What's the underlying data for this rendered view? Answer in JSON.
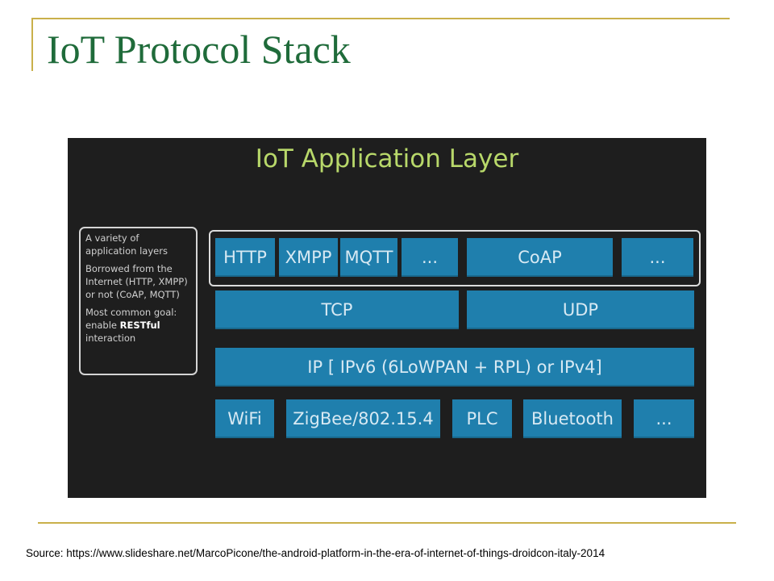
{
  "slide": {
    "title": "IoT Protocol Stack",
    "source": "Source: https://www.slideshare.net/MarcoPicone/the-android-platform-in-the-era-of-internet-of-things-droidcon-italy-2014"
  },
  "diagram": {
    "title": "IoT Application Layer",
    "notes": {
      "line1": "A variety of application layers",
      "line2": "Borrowed from the Internet (HTTP, XMPP) or not (CoAP, MQTT)",
      "line3_prefix": "Most common goal: enable ",
      "line3_bold": "RESTful",
      "line3_suffix": "interaction"
    },
    "application": [
      "HTTP",
      "XMPP",
      "MQTT",
      "...",
      "CoAP",
      "..."
    ],
    "transport": [
      "TCP",
      "UDP"
    ],
    "network": "IP [ IPv6 (6LoWPAN + RPL) or IPv4]",
    "link": [
      "WiFi",
      "ZigBee/802.15.4",
      "PLC",
      "Bluetooth",
      "..."
    ]
  },
  "colors": {
    "title_green": "#1f6b3a",
    "rule_gold": "#c9b04a",
    "diagram_bg": "#1e1e1e",
    "block_blue": "#1f7fad",
    "diagram_title_green": "#b8d86a"
  }
}
